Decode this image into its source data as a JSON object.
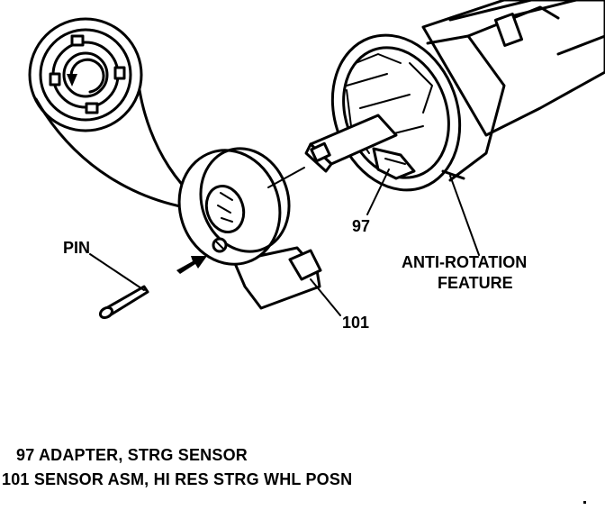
{
  "labels": {
    "pin": "PIN",
    "part_97": "97",
    "part_101": "101",
    "anti_rotation_line1": "ANTI-ROTATION",
    "anti_rotation_line2": "FEATURE"
  },
  "legend": [
    {
      "text": "97 ADAPTER, STRG SENSOR"
    },
    {
      "text": "101 SENSOR ASM, HI RES STRG WHL POSN"
    }
  ]
}
